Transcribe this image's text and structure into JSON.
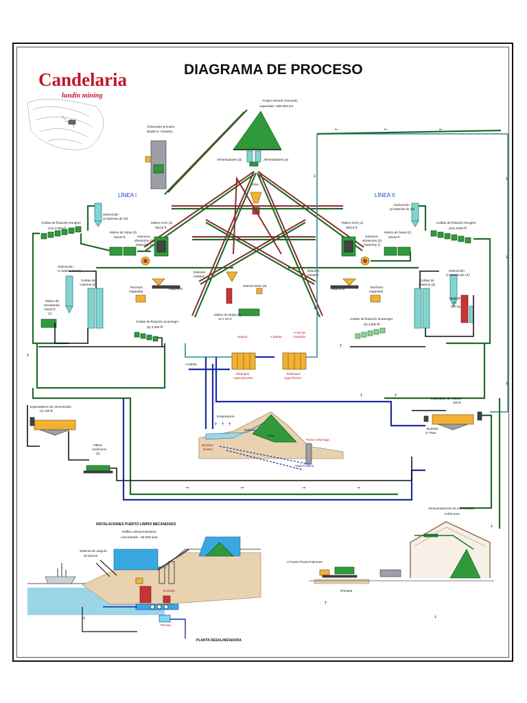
{
  "title": "DIAGRAMA DE PROCESO",
  "logo": {
    "name": "Candelaria",
    "tagline": "lundin mining"
  },
  "colors": {
    "process_green": "#1f6b2a",
    "water_blue": "#1c2aa0",
    "tailings_teal": "#2f8a8a",
    "logo_red": "#c0162a",
    "linea_blue": "#1a3fc8"
  },
  "lines": {
    "left": "LÍNEA I",
    "right": "LÍNEA II"
  },
  "labels": {
    "acopio": "Acopio mineral chancado",
    "acopio_cap": "capacidad ~300.000 ton.",
    "chancador": "Chancador primario",
    "chancador_size": "60x89 in. Giratorio",
    "alimentadores_l": "Alimentadores (3)",
    "alimentadores_r": "Alimentadores (3)",
    "tolva": "Tolva",
    "hidrociclon_l": "Hidrociclón",
    "hidrociclon_l2": "(2 baterías de 10)",
    "hidrociclon_r": "Hidrociclón",
    "hidrociclon_r2": "(2 baterías de 10)",
    "celdas_rougher_l": "Celdas de flotación Rougher",
    "celdas_rougher_l2": "(14) 3.000 ft³",
    "celdas_rougher_r": "Celdas de flotación Rougher",
    "celdas_rougher_r2": "(10) 4.500 ft³",
    "molino_sag_l": "Molino SAG (1)",
    "molino_sag_l2": "36x15 ft.",
    "molino_sag_r": "Molino SAG (1)",
    "molino_sag_r2": "36x15 ft.",
    "molino_bolas_l": "Molino de bolas (2)",
    "molino_bolas_l2": "20x30 ft.",
    "molino_bolas_r": "Molino de bolas (2)",
    "molino_bolas_r2": "20x30 ft.",
    "harneros_l": "Harneros",
    "harneros_l2": "vibratorios (2)",
    "harneros_l3": "(stand by 1)",
    "harneros_r": "Harneros",
    "harneros_r2": "vibratorios (2)",
    "harneros_r3": "(stand by 1)",
    "hidrociclon_14_l": "Hidrociclón",
    "hidrociclon_14_l2": "(1 batería de 14)",
    "hidrociclon_14_r": "Hidrociclón",
    "hidrociclon_14_r2": "(1 batería de 14)",
    "celdas_columna_l": "Celdas de",
    "celdas_columna_l2": "columna (4)",
    "celdas_columna_r": "Celdas de",
    "celdas_columna_r2": "columna (4)",
    "molino_remolienda": "Molino de",
    "molino_remolienda2": "remolienda",
    "molino_remolienda3": "14x22 ft.",
    "molino_remolienda4": "(1)",
    "rechazo_l": "Rechazo",
    "rechazo_l2": "magnetita",
    "rechazo_r": "Rechazo",
    "rechazo_r2": "magnetita",
    "magnetos_l": "Magnetos",
    "magnetos_r": "Magnetos",
    "detector_l": "Detector",
    "detector_l2": "metales",
    "detector_r": "Detector",
    "detector_r2": "metales",
    "hidrociclones_c": "Hidrociclones (6)",
    "molino_bolas_c": "Molino de Bolas (1)",
    "molino_bolas_c2": "14 x 22 ft.",
    "celdas_scavenger_l": "Celdas de flotación Scavenger",
    "celdas_scavenger_l2": "(6) 3.000 ft³",
    "celdas_scavenger_r": "Celdas de flotación Scavenger",
    "celdas_scavenger_r2": "(6) 4.500 ft³",
    "vertimill": "Vertimill",
    "vertimill2": "(1)",
    "vertimill3": "500 hp",
    "a_planta_l": "A planta",
    "a_planta_c": "A planta",
    "a_red_incendio": "A red de",
    "a_red_incendio2": "incendio",
    "estanque_proceso": "Estanque",
    "estanque_proceso2": "Agua proceso",
    "estanque_fresca": "Estanque",
    "estanque_fresca2": "Agua fresca",
    "sequia": "Sequía",
    "espesadores_conc": "Espesadores de concentrado",
    "espesadores_conc2": "(2) 100 ft.",
    "espesador_relaves": "Espesador de relaves",
    "espesador_relaves2": "400 ft.",
    "bombas_flow": "Bombas",
    "bombas_flow2": "O' Flow",
    "evaporacion": "Evaporación",
    "relaves": "Relaves",
    "muro": "Muro",
    "pozo": "Pozo/ corta-fuga",
    "bombas_balsas": "Bombas",
    "bombas_balsas2": "Balsas",
    "napa": "Napa freática",
    "filtros": "Filtros",
    "filtros2": "cerámicos",
    "filtros3": "(4)",
    "instalaciones": "INSTALACIONES PUERTO LIMPIO MECANIZADO",
    "edificio": "Edificio almacenamiento",
    "edificio2": "concentrado - 65.000 tons.",
    "sistema_carguio": "Sistema de carguío",
    "sistema_carguio2": "de barcos",
    "a_puerto": "A Puerto Punta Padrones",
    "romana": "Romana",
    "almacenamiento": "Almacenamiento de concentrado",
    "almacenamiento2": "5.000 tons.",
    "bombas_planta": "Bombas",
    "piscina": "Piscina",
    "planta_desal": "PLANTA DESALINIZADORA"
  }
}
